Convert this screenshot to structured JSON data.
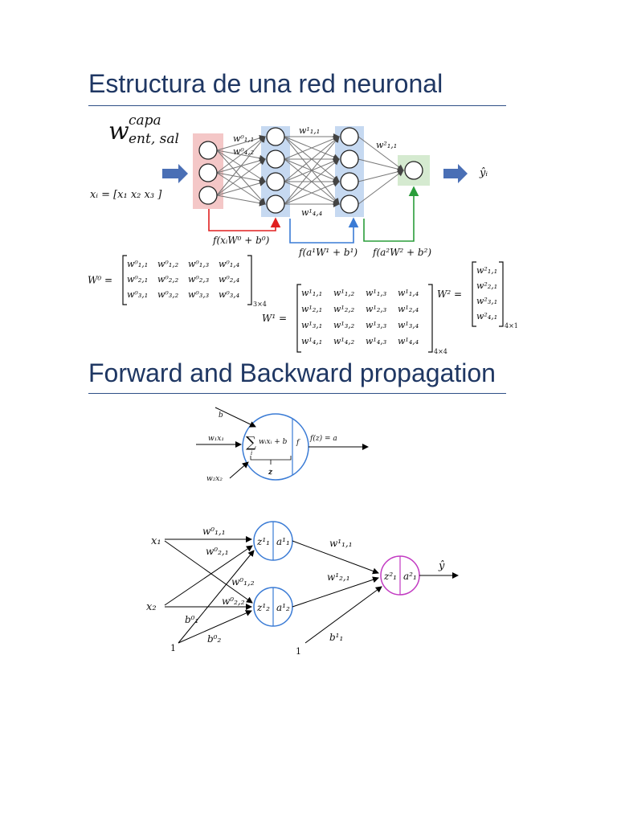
{
  "section1": {
    "title": "Estructura de una red neuronal",
    "weight_symbol": "w",
    "weight_super": "capa",
    "weight_sub": "ent, sal",
    "input_vector": "xᵢ = [x₁   x₂   x₃ ]",
    "output_label": "ŷᵢ",
    "layer_weights": {
      "w11_0": "w⁰₁,₁",
      "w42_0": "w⁰₄,₂",
      "w11_1": "w¹₁,₁",
      "w44_1": "w¹₄,₄",
      "w11_2": "w²₁,₁"
    },
    "f0": "f(xᵢW⁰ + b⁰)",
    "f1": "f(a¹W¹ + b¹)",
    "f2": "f(a²W² + b²)",
    "colors": {
      "input_layer": "#f4c7c7",
      "hidden_layer": "#c6d9f1",
      "output_layer": "#d5ead0",
      "arrow": "#4a6fb5",
      "red": "#e02020",
      "blue": "#3a7bd5",
      "green": "#2a9d3a"
    },
    "W0": {
      "label": "W⁰ =",
      "rows": [
        [
          "w⁰₁,₁",
          "w⁰₁,₂",
          "w⁰₁,₃",
          "w⁰₁,₄"
        ],
        [
          "w⁰₂,₁",
          "w⁰₂,₂",
          "w⁰₂,₃",
          "w⁰₂,₄"
        ],
        [
          "w⁰₃,₁",
          "w⁰₃,₂",
          "w⁰₃,₃",
          "w⁰₃,₄"
        ]
      ],
      "dim": "3×4"
    },
    "W1": {
      "label": "W¹ =",
      "rows": [
        [
          "w¹₁,₁",
          "w¹₁,₂",
          "w¹₁,₃",
          "w¹₁,₄"
        ],
        [
          "w¹₂,₁",
          "w¹₂,₂",
          "w¹₂,₃",
          "w¹₂,₄"
        ],
        [
          "w¹₃,₁",
          "w¹₃,₂",
          "w¹₃,₃",
          "w¹₃,₄"
        ],
        [
          "w¹₄,₁",
          "w¹₄,₂",
          "w¹₄,₃",
          "w¹₄,₄"
        ]
      ],
      "dim": "4×4"
    },
    "W2": {
      "label": "W² =",
      "rows": [
        [
          "w²₁,₁"
        ],
        [
          "w²₂,₁"
        ],
        [
          "w²₃,₁"
        ],
        [
          "w²₄,₁"
        ]
      ],
      "dim": "4×1"
    }
  },
  "section2": {
    "title": "Forward and Backward propagation",
    "neuron": {
      "b": "b",
      "w1x1": "w₁x₁",
      "w2x2": "w₂x₂",
      "sum": "wᵢxᵢ + b",
      "sum_index": "i",
      "f": "f",
      "z": "z",
      "out": "f(z) = a"
    },
    "network": {
      "x1": "x₁",
      "x2": "x₂",
      "one_a": "1",
      "one_b": "1",
      "w11_0": "w⁰₁,₁",
      "w21_0": "w⁰₂,₁",
      "w12_0": "w⁰₁,₂",
      "w22_0": "w⁰₂,₂",
      "b1_0": "b⁰₁",
      "b2_0": "b⁰₂",
      "n1_z": "z¹₁",
      "n1_a": "a¹₁",
      "n2_z": "z¹₂",
      "n2_a": "a¹₂",
      "w11_1": "w¹₁,₁",
      "w21_1": "w¹₂,₁",
      "b1_1": "b¹₁",
      "out_z": "z²₁",
      "out_a": "a²₁",
      "yhat": "ŷ",
      "colors": {
        "hidden": "#3a7bd5",
        "output": "#c23ac2"
      }
    }
  }
}
